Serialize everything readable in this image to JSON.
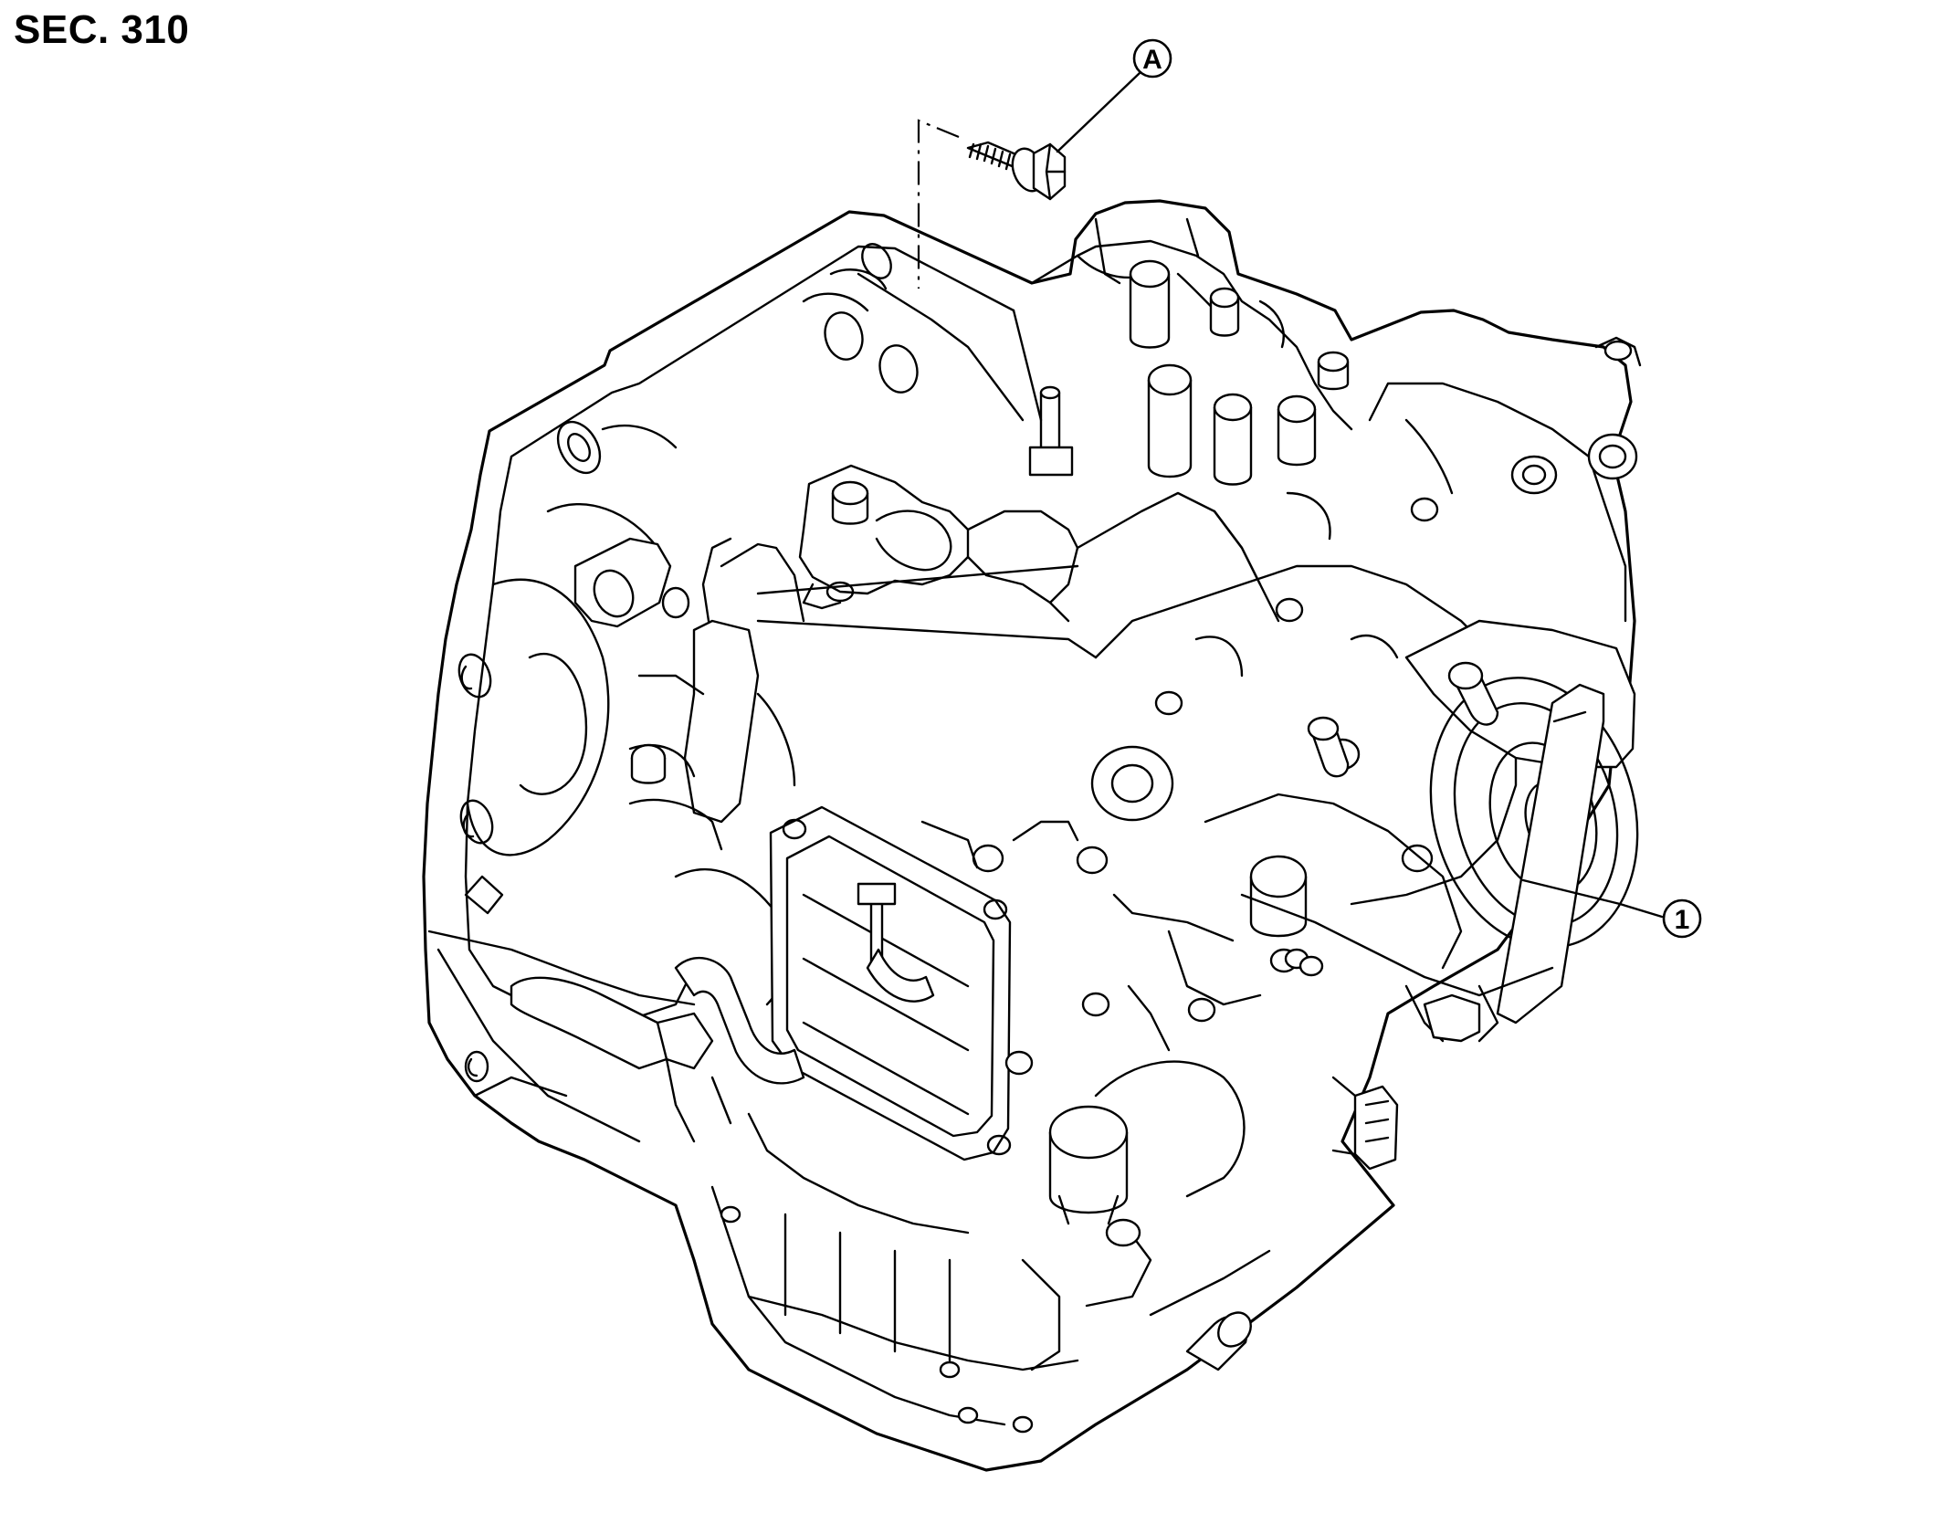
{
  "header": {
    "section_label": "SEC. 310"
  },
  "callouts": [
    {
      "id": "A",
      "label": "A",
      "target": "bolt"
    },
    {
      "id": "1",
      "label": "1",
      "target": "transaxle-assembly"
    }
  ],
  "colors": {
    "line": "#000000",
    "background": "#ffffff"
  }
}
